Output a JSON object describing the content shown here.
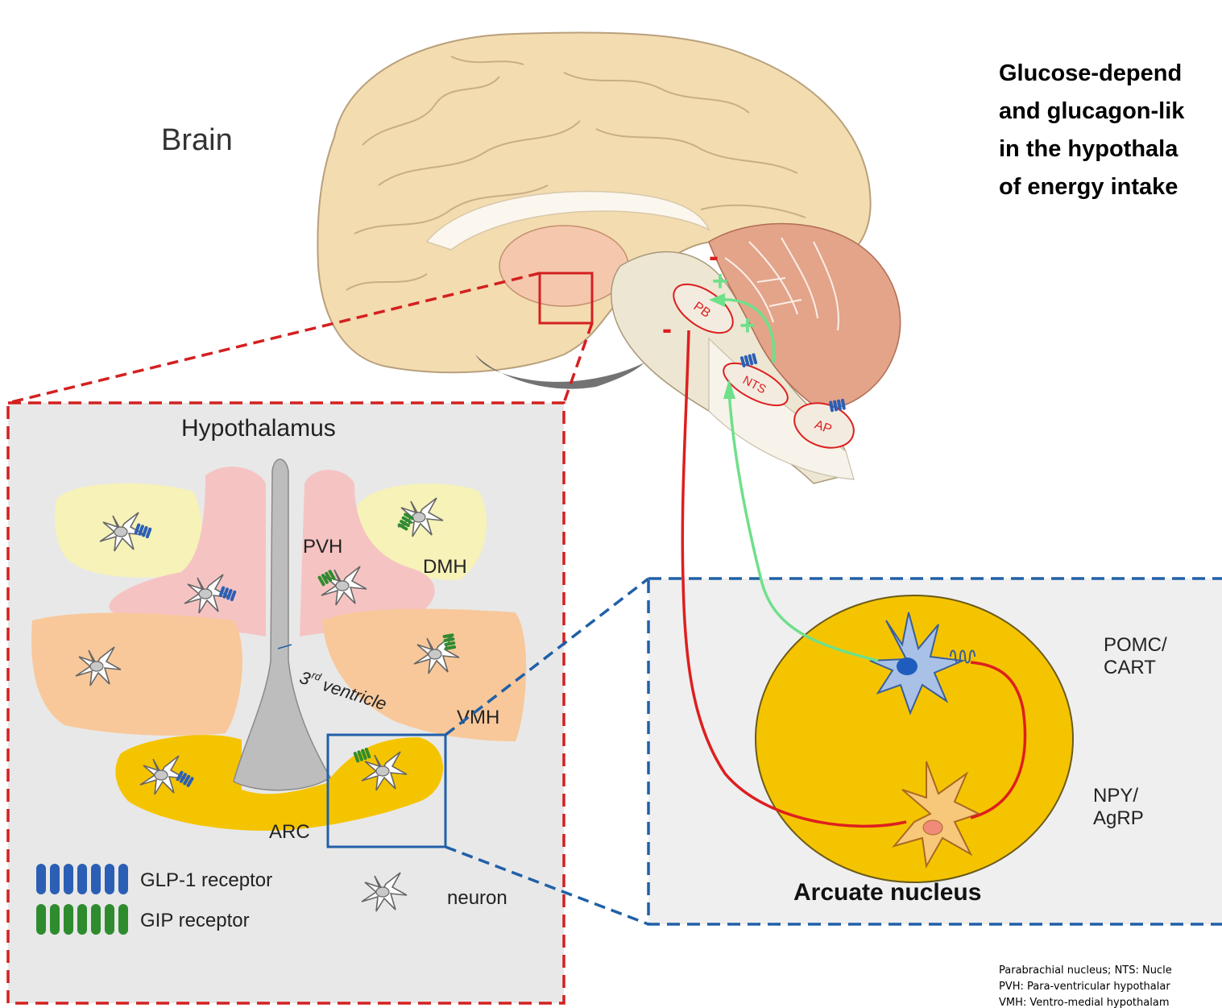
{
  "title_lines": [
    "Glucose-depend",
    "and glucagon-lik",
    "in the hypothala",
    "of energy intake"
  ],
  "brain_label": "Brain",
  "hypothalamus": {
    "title": "Hypothalamus",
    "regions": {
      "pvh": "PVH",
      "dmh": "DMH",
      "vmh": "VMH",
      "arc": "ARC"
    },
    "ventricle_superscript": "rd",
    "ventricle_number": "3",
    "ventricle_word": "ventricle"
  },
  "brainstem_labels": {
    "pb": "PB",
    "nts": "NTS",
    "ap": "AP"
  },
  "signs": {
    "minus": "-",
    "plus": "+"
  },
  "legend": {
    "glp1": "GLP-1 receptor",
    "gip": "GIP receptor",
    "neuron": "neuron"
  },
  "arcuate": {
    "title": "Arcuate nucleus",
    "pomc": [
      "POMC/",
      "CART"
    ],
    "npy": [
      "NPY/",
      "AgRP"
    ]
  },
  "footnote_lines": [
    "Parabrachial nucleus; NTS: Nucle",
    "PVH: Para-ventricular hypothalar",
    "VMH: Ventro-medial hypothalam"
  ],
  "colors": {
    "red_dash": "#d42020",
    "blue_dash": "#2060a8",
    "glp1": "#2b5fb5",
    "gip": "#2e8c2e",
    "arc_yellow": "#f5c400",
    "pvh_pink": "#f6c3c3",
    "dmh_yellow": "#f6f2b8",
    "vmh_orange": "#f8c89a",
    "brain_cortex": "#f3dcb0",
    "red_path": "#dd1f1f",
    "green_path": "#6fe08a"
  }
}
